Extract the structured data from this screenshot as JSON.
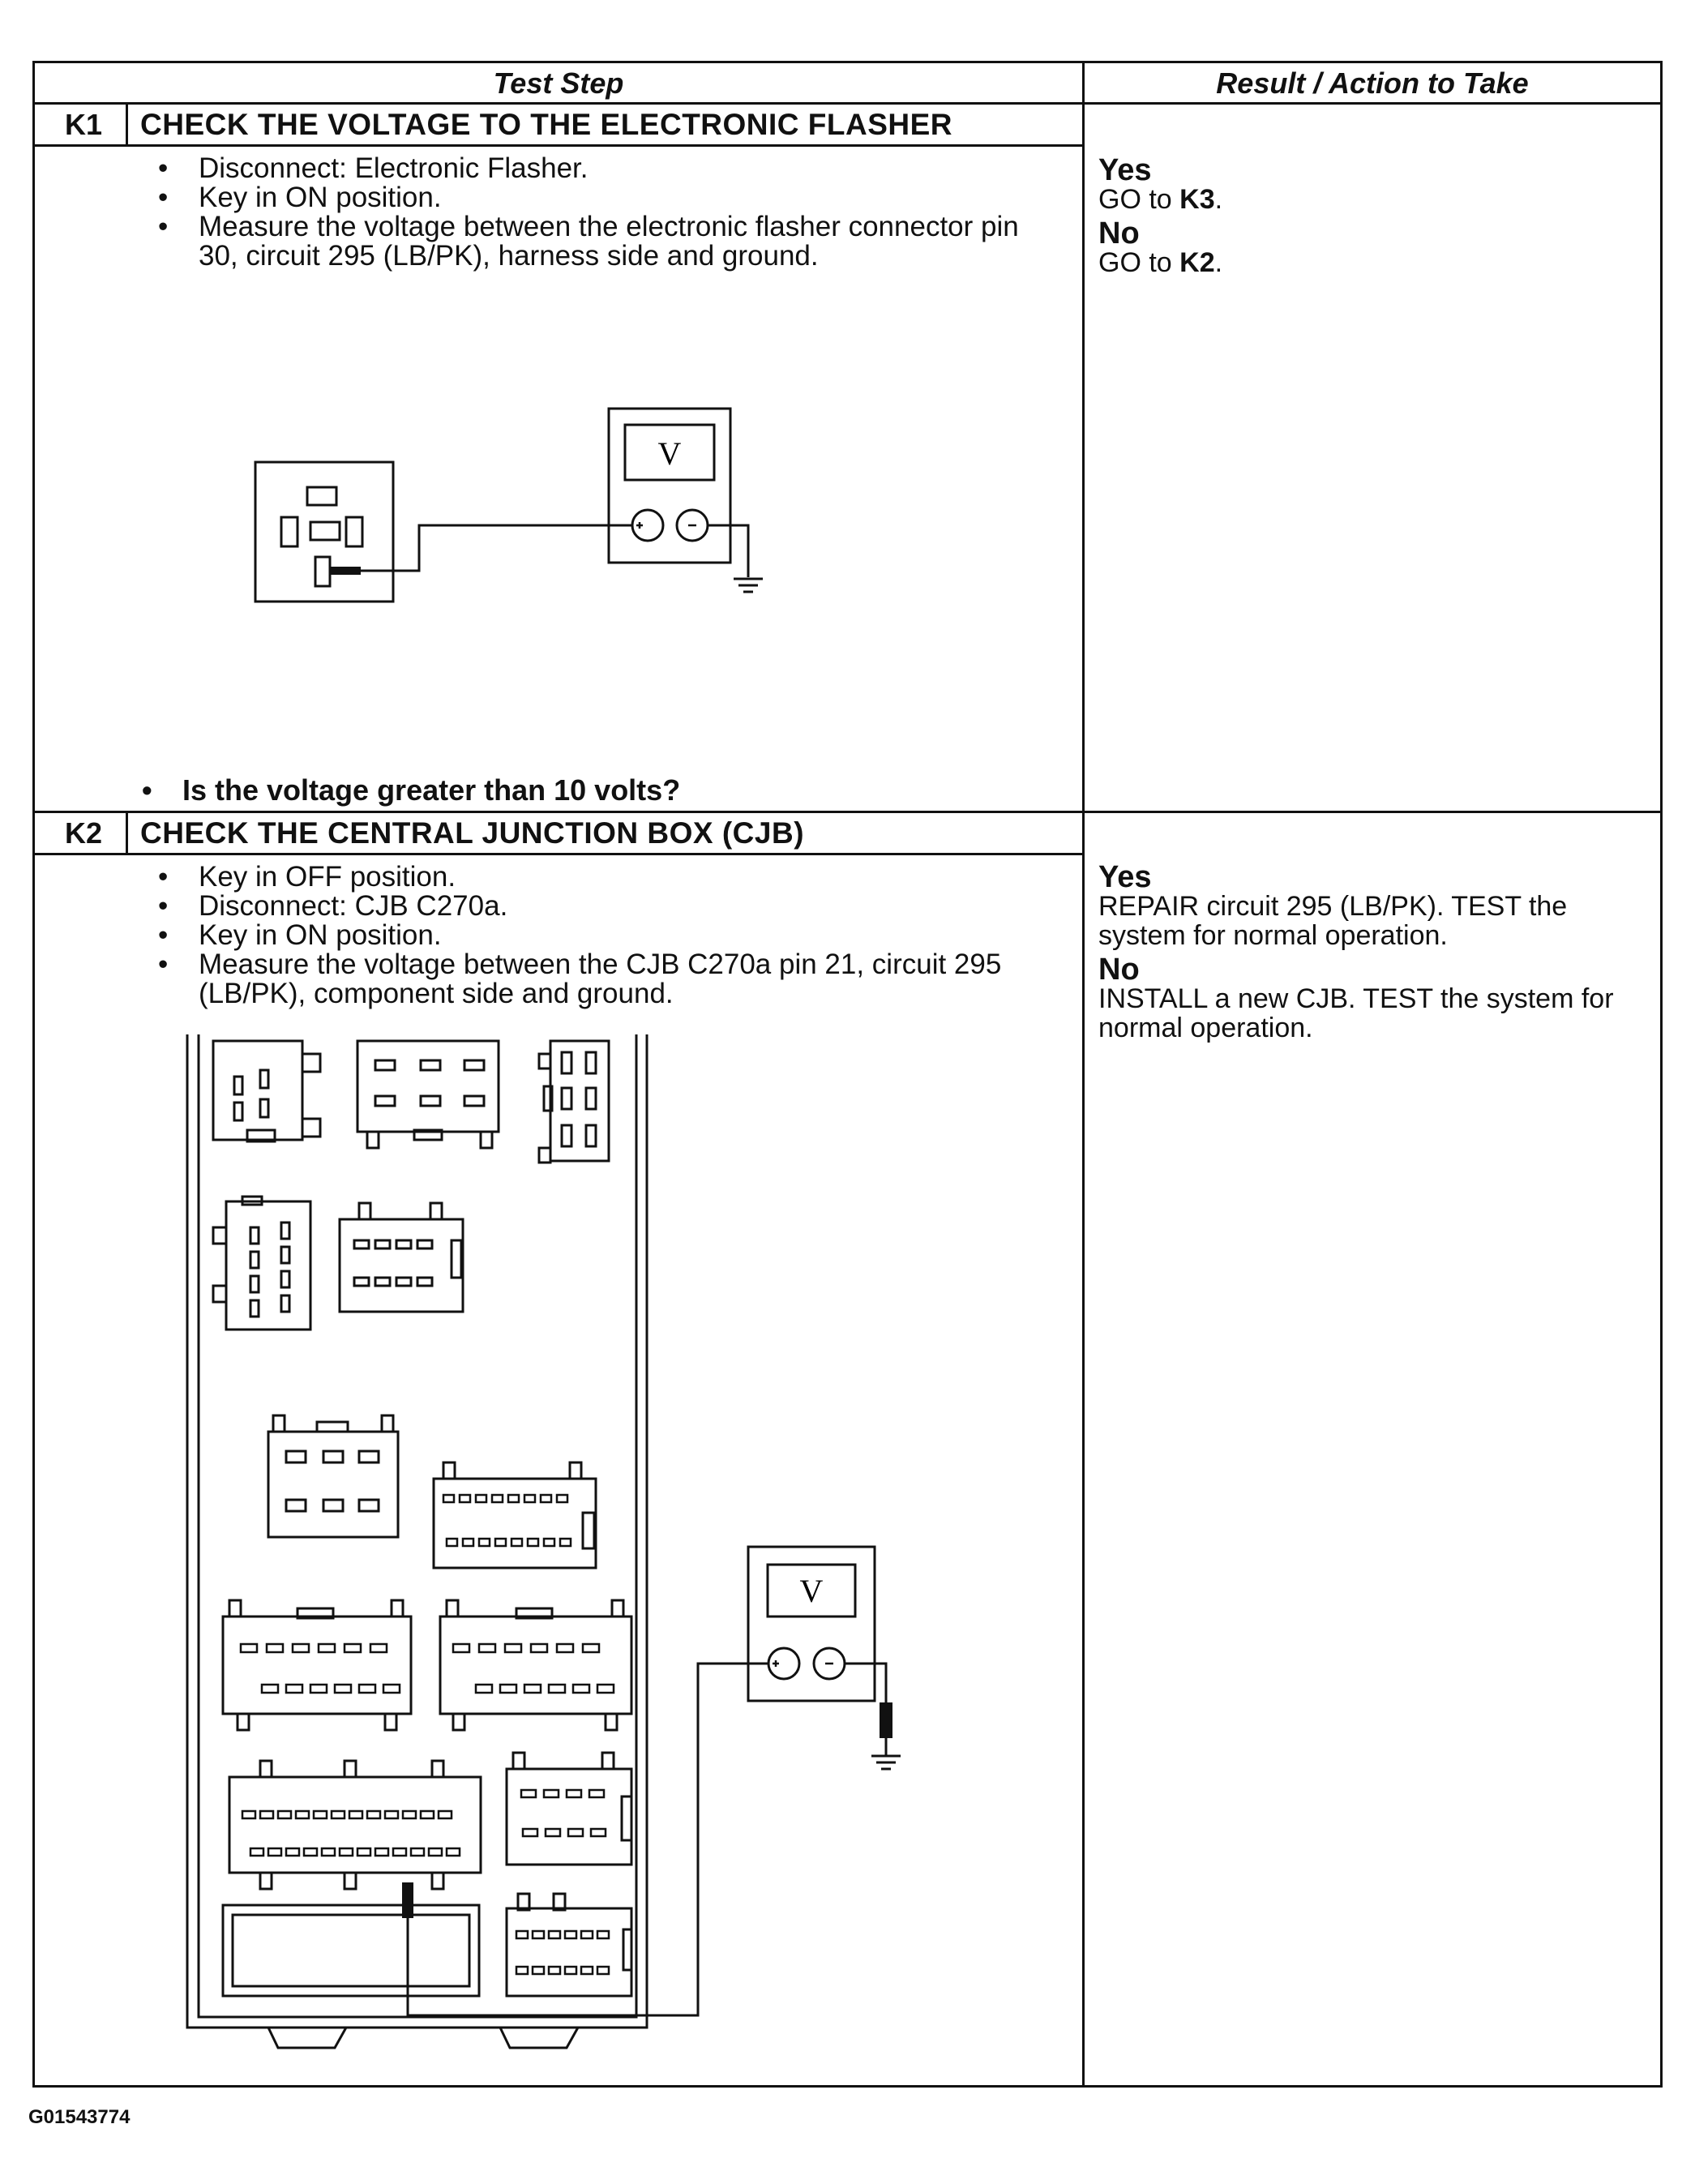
{
  "header": {
    "test_step": "Test Step",
    "result_action": "Result / Action to Take"
  },
  "k1": {
    "id": "K1",
    "title": "CHECK THE VOLTAGE TO THE ELECTRONIC FLASHER",
    "steps": [
      "Disconnect: Electronic Flasher.",
      "Key in ON position.",
      "Measure the voltage between the electronic flasher connector pin 30, circuit 295 (LB/PK), harness side and ground."
    ],
    "question": "Is the voltage greater than 10 volts?",
    "meter_symbol": "V",
    "yes_label": "Yes",
    "yes_text": "GO to ",
    "yes_ref": "K3",
    "no_label": "No",
    "no_text": "GO to ",
    "no_ref": "K2"
  },
  "k2": {
    "id": "K2",
    "title": "CHECK THE CENTRAL JUNCTION BOX (CJB)",
    "steps": [
      "Key in OFF position.",
      "Disconnect: CJB C270a.",
      "Key in ON position.",
      "Measure the voltage between the CJB C270a pin 21, circuit 295 (LB/PK), component side and ground."
    ],
    "meter_symbol": "V",
    "yes_label": "Yes",
    "yes_text": "REPAIR circuit 295 (LB/PK). TEST the system for normal operation.",
    "no_label": "No",
    "no_text": "INSTALL a new CJB. TEST the system for normal operation."
  },
  "footer": {
    "figure_id": "G01543774"
  }
}
